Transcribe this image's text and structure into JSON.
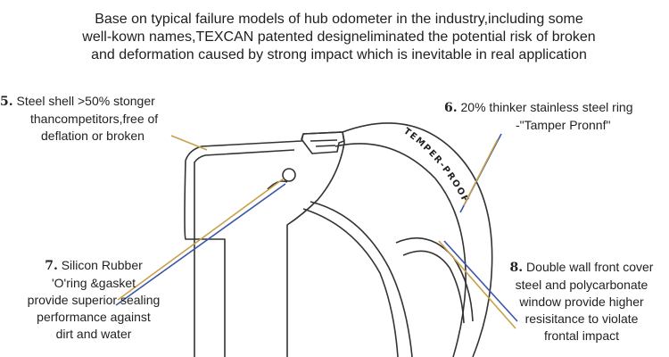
{
  "intro": {
    "line1": "Base on typical failure models of hub odometer in the industry,including some",
    "line2": "well-kown names,TEXCAN patented designeliminated the potential risk of broken",
    "line3": "and deformation caused by strong impact which is inevitable in real application"
  },
  "callouts": {
    "c5": {
      "num": "5.",
      "line1": "Steel shell >50% stonger",
      "line2": "thancompetitors,free of",
      "line3": "deflation or broken"
    },
    "c6": {
      "num": "6.",
      "line1": "20% thinker stainless steel ring",
      "line2": "-\"Tamper Pronnf\""
    },
    "c7": {
      "num": "7.",
      "line1": "Silicon Rubber",
      "line2": "'O'ring &gasket",
      "line3": "provide superior sealing",
      "line4": "performance against",
      "line5": "dirt and water"
    },
    "c8": {
      "num": "8.",
      "line1": "Double wall front cover",
      "line2": "steel and polycarbonate",
      "line3": "window provide higher",
      "line4": "resisitance to violate",
      "line5": "frontal impact"
    }
  },
  "ring_label": "TEMPER-PROOF",
  "colors": {
    "leader": "#c8a14a",
    "leader_blue": "#3b55a8",
    "outline": "#333333"
  }
}
